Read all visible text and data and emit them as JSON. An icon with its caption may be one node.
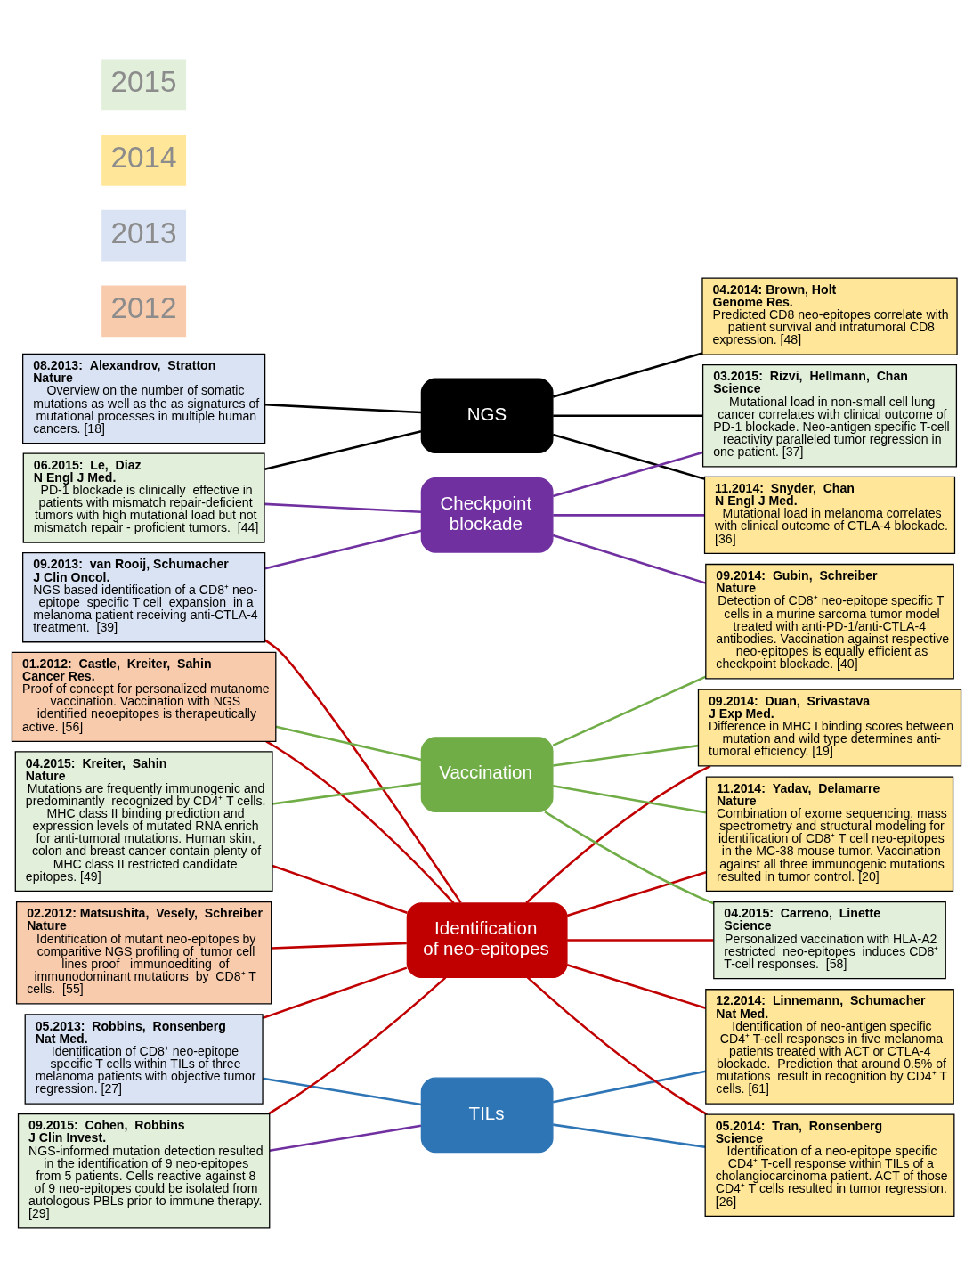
{
  "diagram": {
    "nodes": [
      {
        "text": [
          "08.2013:  Alexandrov,  Stratton",
          "Nature",
          "Overview on the number of somatic mutations as well as the as signatures of mutational processes in multiple human cancers. [18]"
        ]
      },
      {
        "text": [
          "05.2013:  Robbins,  Ronsenberg",
          "Nat Med.",
          "Identification of CD8⁺ neo-epitope specific T cells within TILs of three melanoma patients with objective tumor regression. [27]"
        ]
      },
      {
        "text": [
          "09.2013:  van Rooij, Schumacher",
          "J Clin Oncol.",
          "NGS based identification of a CD8⁺ neo-epitope  specific T cell  expansion  in a melanoma patient receiving anti-CTLA-4 treatment.  [39]"
        ]
      },
      {
        "text": [
          "04.2014: Brown, Holt",
          "Genome Res.",
          "Predicted CD8 neo-epitopes correlate with patient survival and intratumoral CD8 expression. [48]"
        ]
      },
      {
        "text": [
          "05.2014:  Tran,  Ronsenberg",
          "Science",
          "Identification of a neo-epitope specific CD4⁺ T-cell response within TILs of a cholangiocarcinoma patient. ACT of those CD4⁺ T cells resulted in tumor regression. [26]"
        ]
      },
      {
        "text": [
          "09.2014:  Duan,  Srivastava",
          "J Exp Med.",
          "Difference in MHC I binding scores between mutation and wild type determines anti-tumoral efficiency. [19]"
        ]
      },
      {
        "text": [
          "09.2014:  Gubin,  Schreiber",
          "Nature",
          "Detection of CD8⁺ neo-epitope specific T cells in a murine sarcoma tumor model treated with anti-PD-1/anti-CTLA-4 antibodies. Vaccination against respective neo-epitopes is equally efficient as checkpoint blockade. [40]"
        ]
      },
      {
        "text": [
          "TILs"
        ]
      },
      {
        "text": [
          "11.2014:  Yadav,  Delamarre",
          "Nature",
          "Combination of exome sequencing, mass spectrometry and structural modeling for identification of CD8⁺ T cell neo-epitopes in the MC-38 mouse tumor. Vaccination against all three immunogenic mutations resulted in tumor control. [20]"
        ]
      },
      {
        "text": [
          "NGS"
        ]
      },
      {
        "text": [
          "Identification of neo-epitopes"
        ]
      },
      {
        "text": [
          "Checkpoint blockade"
        ]
      },
      {
        "text": [
          "02.2012: Matsushita,  Vesely,  Schreiber",
          "Nature",
          "Identification of mutant neo-epitopes by comparitive NGS profiling of  tumor cell lines proof   immunoediting  of immunodominant mutations  by  CD8⁺ T cells.  [55]"
        ]
      },
      {
        "text": [
          "11.2014:  Snyder,  Chan",
          "N Engl J Med.",
          "Mutational load in melanoma correlates with clinical outcome of CTLA-4 blockade. [36]"
        ]
      },
      {
        "text": [
          "12.2014:  Linnemann,  Schumacher",
          "Nat Med.",
          "Identification of neo-antigen specific CD4⁺ T-cell responses in five melanoma patients treated with ACT or CTLA-4 blockade.  Prediction that around 0.5% of mutations  result in recognition by CD4⁺ T cells. [61]"
        ]
      },
      {
        "text": [
          "01.2012:  Castle,  Kreiter,  Sahin",
          "Cancer Res.",
          "Proof of concept for personalized mutanome vaccination. Vaccination with NGS identified neoepitopes is therapeutically active. [56]"
        ]
      },
      {
        "text": [
          "Vaccination"
        ]
      },
      {
        "text": [
          "09.2015:  Cohen,  Robbins",
          "J Clin Invest.",
          "NGS-informed mutation detection resulted in the identification of 9 neo-epitopes from 5 patients. Cells reactive against 8 of 9 neo-epitopes could be isolated from autologous PBLs prior to immune therapy. [29]"
        ]
      },
      {
        "text": [
          "06.2015:  Le,  Diaz",
          "N Engl J Med.",
          "PD-1 blockade is clinically  effective in patients with mismatch repair-deficient  tumors with high mutational load but not mismatch repair - proficient tumors.  [44]"
        ]
      },
      {
        "text": [
          "04.2015:  Kreiter,  Sahin",
          "Nature",
          "Mutations are frequently immunogenic and predominantly  recognized by CD4⁺ T cells. MHC class II binding prediction and expression levels of mutated RNA enrich for anti-tumoral mutations. Human skin, colon and breast cancer contain plenty of MHC class II restricted candidate epitopes. [49]"
        ]
      },
      {
        "text": [
          "04.2015:  Carreno,  Linette",
          "Science",
          "Personalized vaccination with HLA-A2 restricted  neo-epitopes  induces CD8⁺ T-cell responses.  [58]"
        ]
      },
      {
        "text": [
          "03.2015:  Rizvi,  Hellmann,  Chan",
          "Science",
          "Mutational load in non-small cell lung cancer correlates with clinical outcome of PD-1 blockade. Neo-antigen specific T-cell reactivity paralleled tumor regression in one patient. [37]"
        ]
      }
    ],
    "edges": [
      {
        "from": 0,
        "to": 9,
        "arrow": "none",
        "color": "#000000"
      },
      {
        "from": 1,
        "to": 7,
        "arrow": "none",
        "color": "#2e75b6"
      },
      {
        "from": 1,
        "to": 10,
        "arrow": "none",
        "color": "#c00000"
      },
      {
        "from": 2,
        "to": 11,
        "arrow": "none",
        "color": "#7030a0"
      },
      {
        "from": 2,
        "to": 10,
        "arrow": "none",
        "color": "#c00000"
      },
      {
        "from": 9,
        "to": 3,
        "arrow": "none",
        "color": "#000000"
      },
      {
        "from": 7,
        "to": 4,
        "arrow": "none",
        "color": "#2e75b6"
      },
      {
        "from": 10,
        "to": 4,
        "arrow": "none",
        "color": "#c00000"
      },
      {
        "from": 10,
        "to": 5,
        "arrow": "none",
        "color": "#c00000"
      },
      {
        "from": 16,
        "to": 5,
        "arrow": "none",
        "color": "#70ad47"
      },
      {
        "from": 11,
        "to": 6,
        "arrow": "none",
        "color": "#7030a0"
      },
      {
        "from": 16,
        "to": 6,
        "arrow": "none",
        "color": "#70ad47"
      },
      {
        "from": 10,
        "to": 8,
        "arrow": "none",
        "color": "#c00000"
      },
      {
        "from": 16,
        "to": 8,
        "arrow": "none",
        "color": "#70ad47"
      },
      {
        "from": 12,
        "to": 10,
        "arrow": "none",
        "color": "#c00000"
      },
      {
        "from": 11,
        "to": 13,
        "arrow": "none",
        "color": "#7030a0"
      },
      {
        "from": 9,
        "to": 13,
        "arrow": "none",
        "color": "#000000"
      },
      {
        "from": 7,
        "to": 14,
        "arrow": "none",
        "color": "#2e75b6"
      },
      {
        "from": 10,
        "to": 14,
        "arrow": "none",
        "color": "#c00000"
      },
      {
        "from": 15,
        "to": 10,
        "arrow": "none",
        "color": "#c00000"
      },
      {
        "from": 15,
        "to": 16,
        "arrow": "none",
        "color": "#70ad47"
      },
      {
        "from": 17,
        "to": 10,
        "arrow": "none",
        "color": "#c00000"
      },
      {
        "from": 17,
        "to": 7,
        "arrow": "none",
        "color": "#7030a0"
      },
      {
        "from": 18,
        "to": 9,
        "arrow": "none",
        "color": "#000000"
      },
      {
        "from": 18,
        "to": 11,
        "arrow": "none",
        "color": "#7030a0"
      },
      {
        "from": 19,
        "to": 10,
        "arrow": "none",
        "color": "#c00000"
      },
      {
        "from": 19,
        "to": 16,
        "arrow": "none",
        "color": "#70ad47"
      },
      {
        "from": 16,
        "to": 20,
        "arrow": "none",
        "color": "#70ad47"
      },
      {
        "from": 10,
        "to": 20,
        "arrow": "none",
        "color": "#c00000"
      },
      {
        "from": 9,
        "to": 21,
        "arrow": "none",
        "color": "#000000"
      },
      {
        "from": 11,
        "to": 21,
        "arrow": "none",
        "color": "#7030a0"
      }
    ],
    "legend": [
      {
        "text": "2012",
        "color": "#f8cbad"
      },
      {
        "text": "2013",
        "color": "#dae3f3"
      },
      {
        "text": "2014",
        "color": "#ffe699"
      },
      {
        "text": "2015",
        "color": "#e2efda"
      }
    ]
  }
}
